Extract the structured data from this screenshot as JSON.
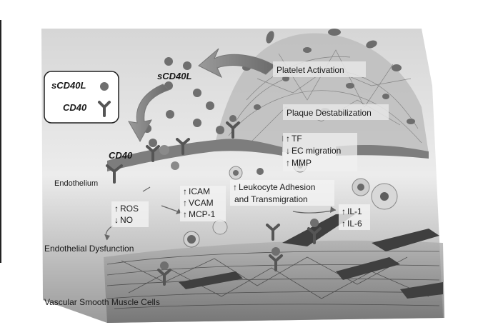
{
  "legend": {
    "ligand_label": "sCD40L",
    "receptor_label": "CD40"
  },
  "labels": {
    "scd40l": "sCD40L",
    "cd40": "CD40",
    "platelet_activation": "Platelet Activation",
    "plaque_destabilization": "Plaque Destabilization",
    "tf": "TF",
    "ec_migration": "EC migration",
    "mmp": "MMP",
    "endothelium": "Endothelium",
    "icam": "ICAM",
    "vcam": "VCAM",
    "mcp1": "MCP-1",
    "leukocyte_line1": "Leukocyte Adhesion",
    "leukocyte_line2": "and Transmigration",
    "ros": "ROS",
    "no": "NO",
    "il1": "IL-1",
    "il6": "IL-6",
    "endothelial_dysfunction": "Endothelial Dysfunction",
    "vsmc": "Vascular Smooth Muscle Cells"
  },
  "colors": {
    "background": "#ffffff",
    "tissue": "#e3e3e3",
    "tissue_dark": "#8a8a8a",
    "platelet": "#707070",
    "arrow": "#8c8c8c",
    "text": "#1a1a1a"
  }
}
